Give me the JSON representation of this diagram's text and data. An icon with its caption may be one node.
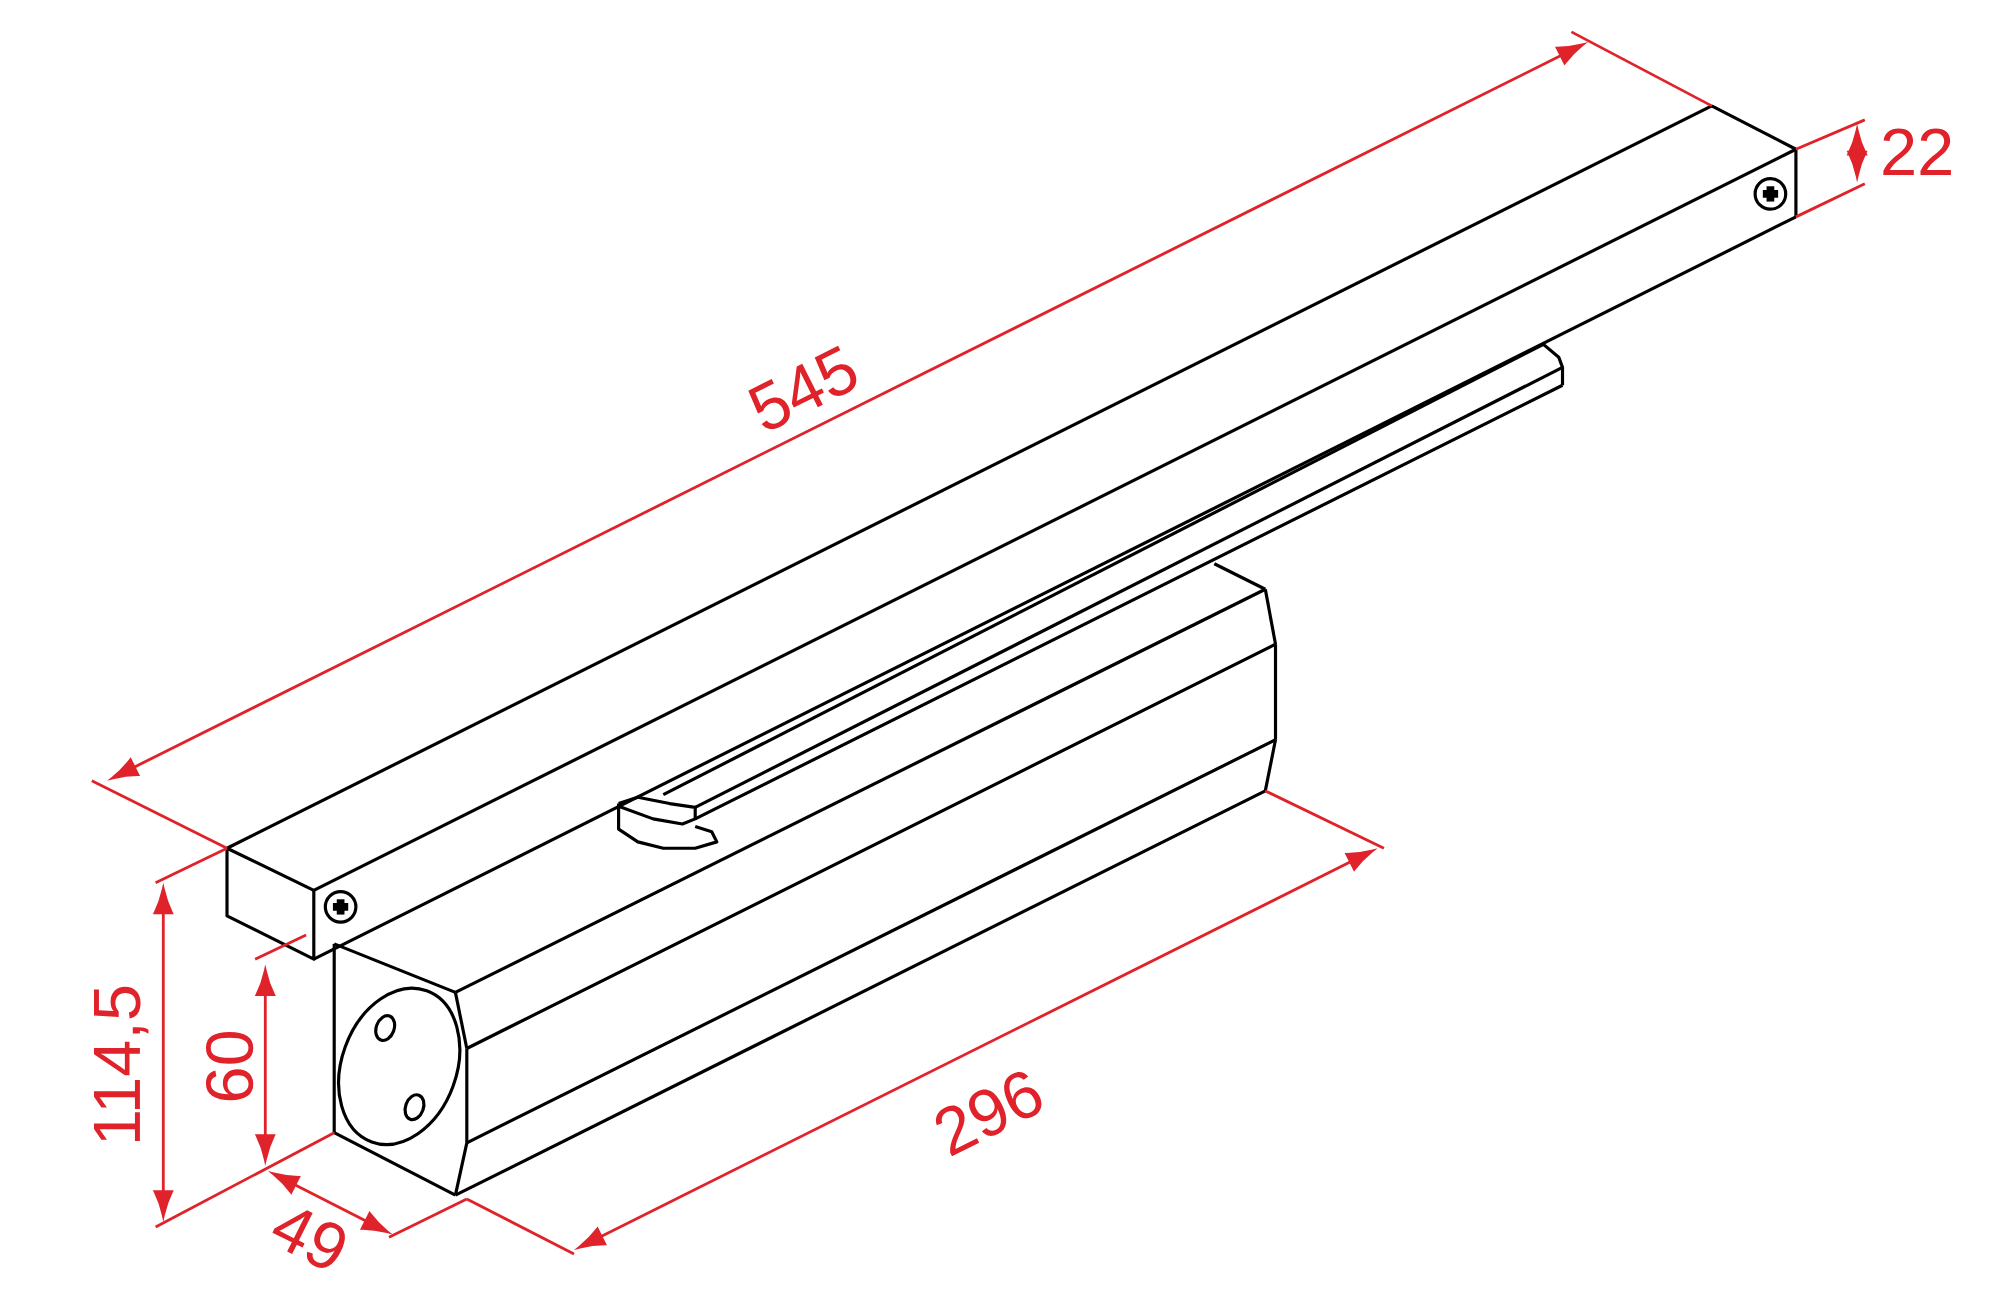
{
  "diagram": {
    "labels": [
      "545",
      "22",
      "114,5",
      "60",
      "49",
      "296"
    ]
  }
}
